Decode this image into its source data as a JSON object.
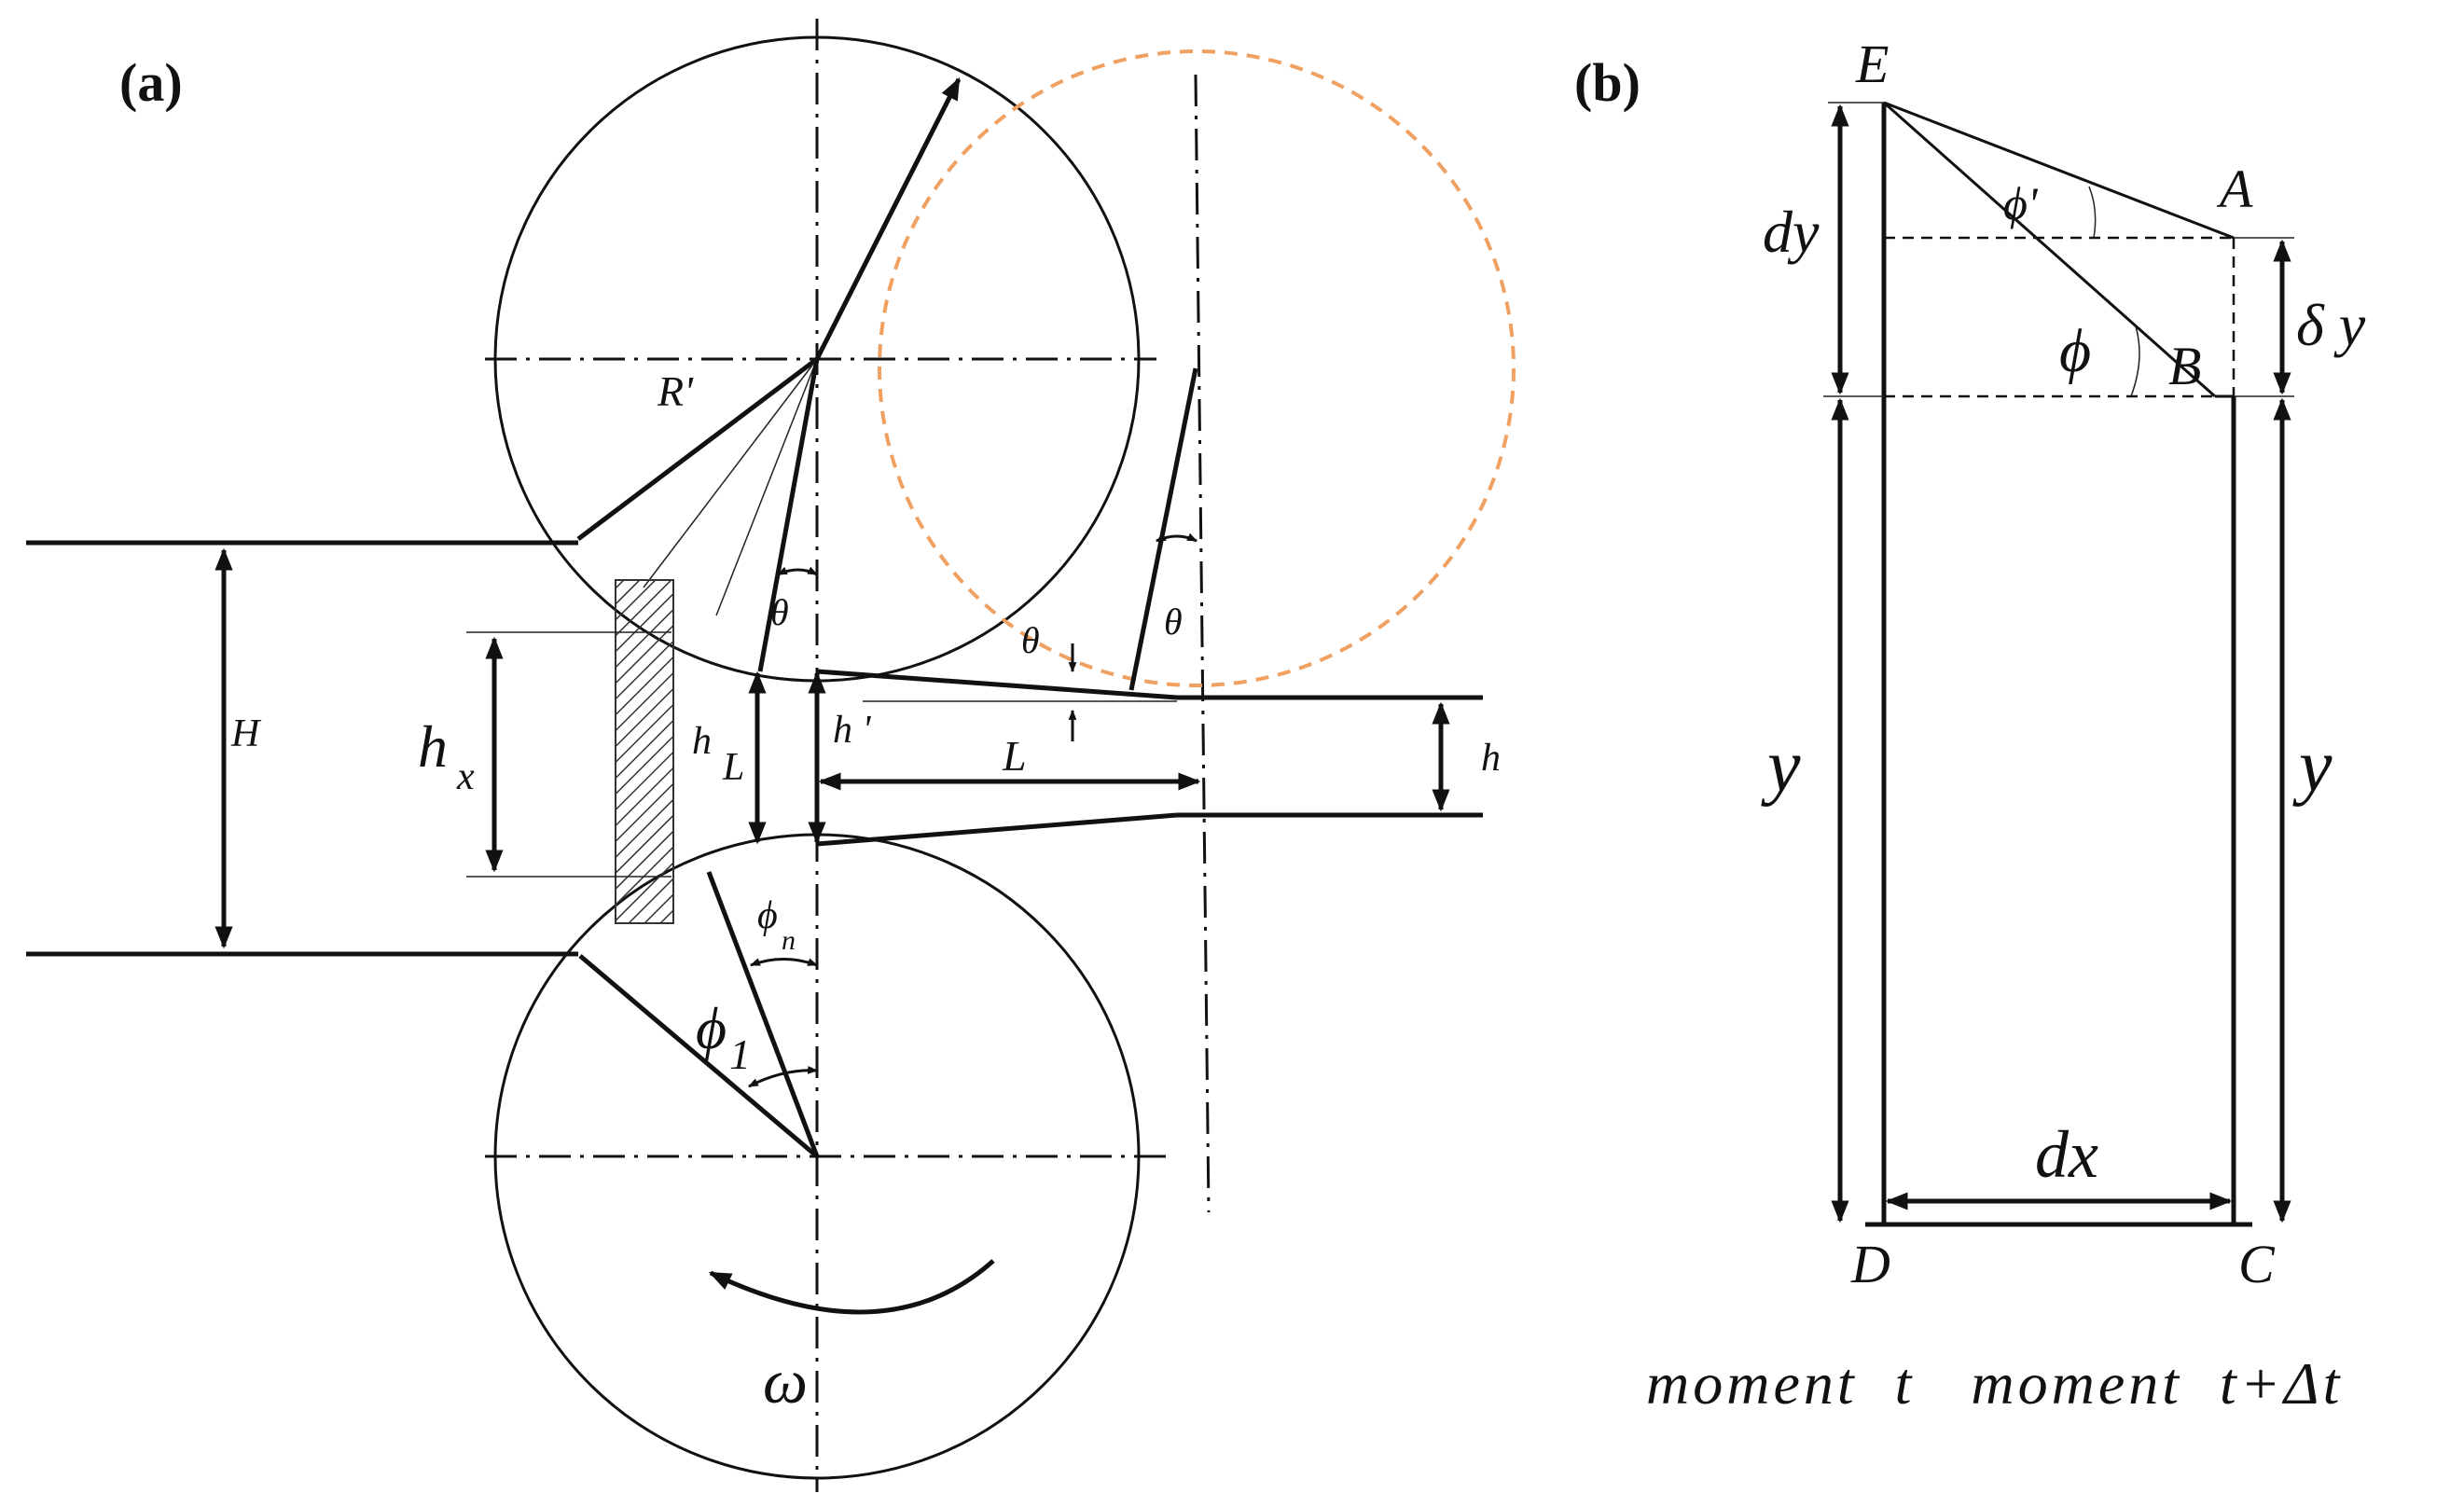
{
  "panel_a": {
    "label": "(a)",
    "symbols": {
      "R": "R'",
      "H": "H",
      "hx_main": "h",
      "hx_sub": "x",
      "hL_main": "h",
      "hL_sub": "L",
      "h_prime": "h '",
      "L": "L",
      "h": "h",
      "theta1": "θ",
      "theta2": "θ",
      "theta3": "θ",
      "phi_n_main": "ϕ",
      "phi_n_sub": "n",
      "phi1_main": "ϕ",
      "phi1_sub": "1",
      "omega": "ω"
    }
  },
  "panel_b": {
    "label": "(b)",
    "symbols": {
      "E": "E",
      "A": "A",
      "B": "B",
      "C": "C",
      "D": "D",
      "dy": "dy",
      "delta_y": "δ y",
      "phi": "ϕ",
      "phi_prime": "ϕ'",
      "y_left": "y",
      "y_right": "y",
      "dx": "dx"
    },
    "caption": "moment  t   moment  t+Δt"
  },
  "colors": {
    "ink": "#111111",
    "orange_circle": "#f0a060"
  }
}
